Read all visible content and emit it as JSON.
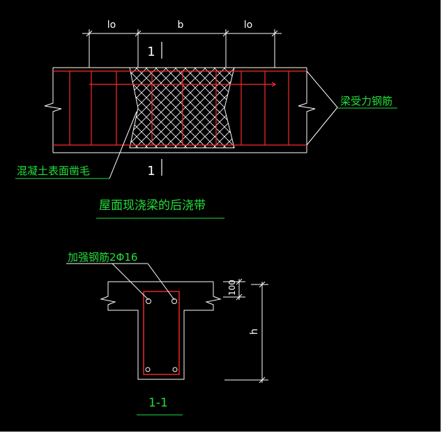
{
  "drawing": {
    "background": "#000000",
    "colors": {
      "outline": "#ffffff",
      "rebar": "#ff2a2a",
      "annotation": "#22e03a",
      "hatch": "#ffffff"
    },
    "elevation": {
      "dim_left": "lo",
      "dim_mid": "b",
      "dim_right": "lo",
      "section_mark_top": "1",
      "section_mark_bottom": "1",
      "label_rebar": "梁受力钢筋",
      "label_surface": "混凝土表面凿毛"
    },
    "title": "屋面现浇梁的后浇带",
    "section": {
      "label_reinforce": "加强钢筋2Φ16",
      "dim_100": "100",
      "dim_h": "h",
      "title": "1-1"
    }
  }
}
